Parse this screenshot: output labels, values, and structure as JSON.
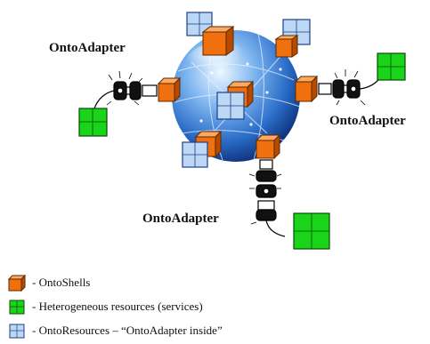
{
  "labels": {
    "adapter_top_left": "OntoAdapter",
    "adapter_right": "OntoAdapter",
    "adapter_bottom": "OntoAdapter"
  },
  "legend": [
    {
      "icon": "orange-cube-icon",
      "text": "- OntoShells"
    },
    {
      "icon": "green-cube-icon",
      "text": "- Heterogeneous resources (services)"
    },
    {
      "icon": "blue-cube-icon",
      "text": "- OntoResources – “OntoAdapter inside”"
    }
  ],
  "colors": {
    "globe_light": "#e8f4ff",
    "globe_mid": "#3d86d8",
    "globe_dark": "#0b2f78",
    "onto_shell": "#f07010",
    "resource": "#19d419",
    "onto_resource": "#bcd8f4"
  }
}
